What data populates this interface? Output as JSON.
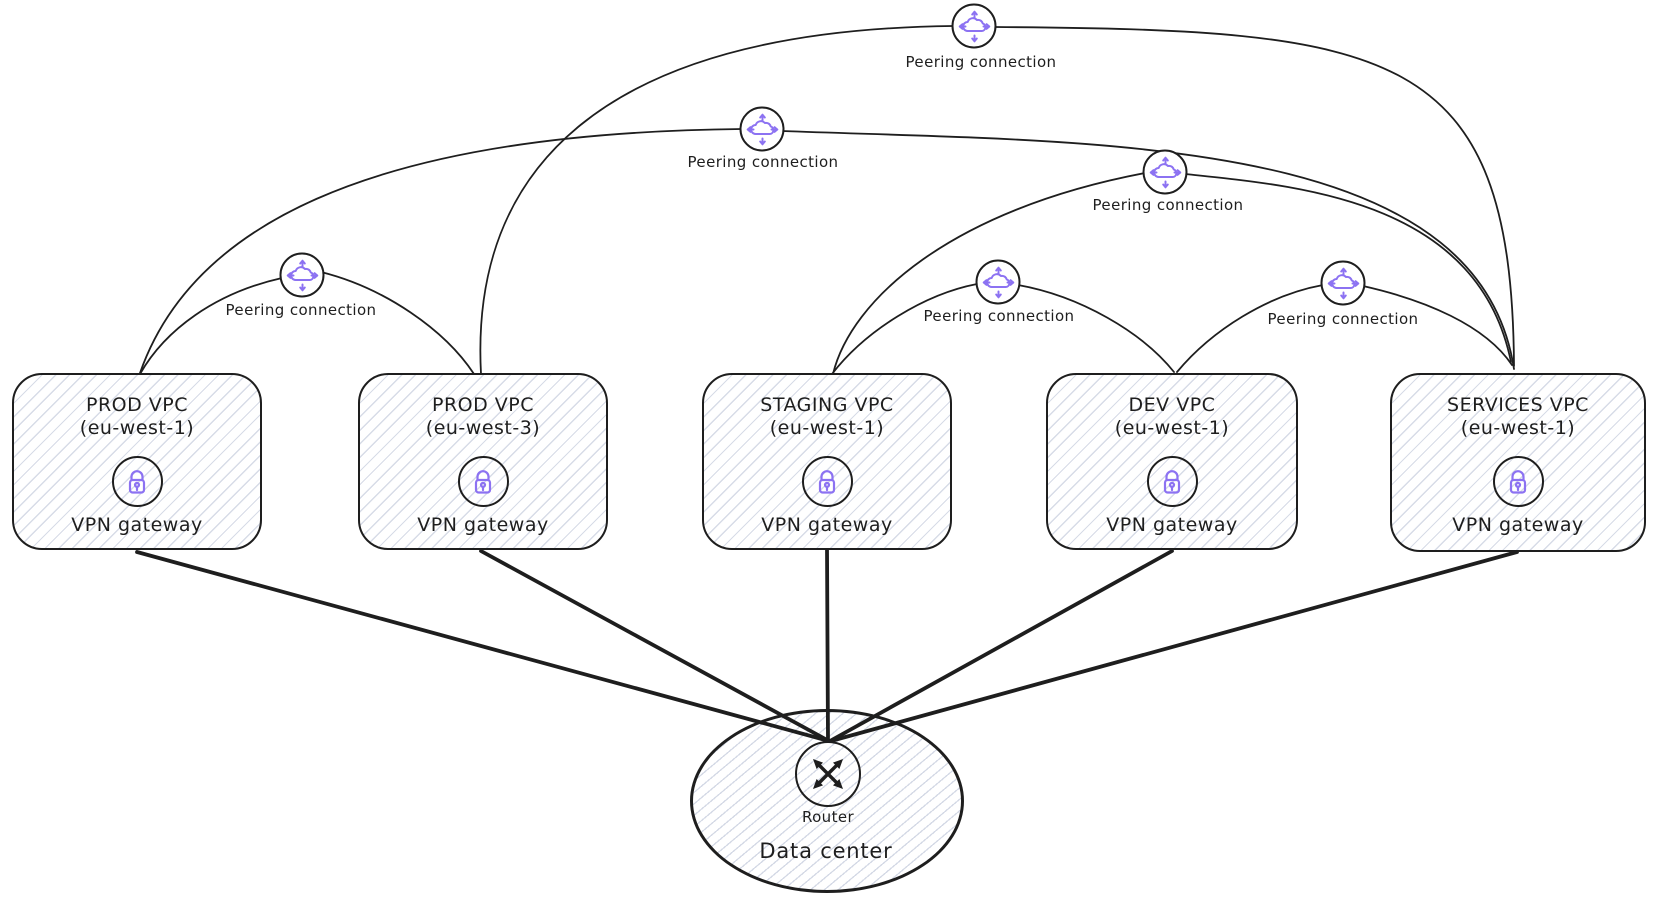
{
  "vpcs": [
    {
      "name": "PROD VPC",
      "region": "(eu-west-1)",
      "gateway_label": "VPN gateway"
    },
    {
      "name": "PROD VPC",
      "region": "(eu-west-3)",
      "gateway_label": "VPN gateway"
    },
    {
      "name": "STAGING VPC",
      "region": "(eu-west-1)",
      "gateway_label": "VPN gateway"
    },
    {
      "name": "DEV VPC",
      "region": "(eu-west-1)",
      "gateway_label": "VPN gateway"
    },
    {
      "name": "SERVICES VPC",
      "region": "(eu-west-1)",
      "gateway_label": "VPN gateway"
    }
  ],
  "peering_connections": [
    {
      "label": "Peering connection",
      "connects": [
        "PROD VPC (eu-west-3)",
        "SERVICES VPC (eu-west-1)"
      ]
    },
    {
      "label": "Peering connection",
      "connects": [
        "PROD VPC (eu-west-1)",
        "SERVICES VPC (eu-west-1)"
      ]
    },
    {
      "label": "Peering connection",
      "connects": [
        "STAGING VPC (eu-west-1)",
        "SERVICES VPC (eu-west-1)"
      ]
    },
    {
      "label": "Peering connection",
      "connects": [
        "PROD VPC (eu-west-1)",
        "PROD VPC (eu-west-3)"
      ]
    },
    {
      "label": "Peering connection",
      "connects": [
        "STAGING VPC (eu-west-1)",
        "DEV VPC (eu-west-1)"
      ]
    },
    {
      "label": "Peering connection",
      "connects": [
        "DEV VPC (eu-west-1)",
        "SERVICES VPC (eu-west-1)"
      ]
    }
  ],
  "data_center": {
    "label": "Data center",
    "router_label": "Router"
  },
  "vpn_links": [
    {
      "from": "PROD VPC (eu-west-1)",
      "to": "Data center Router"
    },
    {
      "from": "PROD VPC (eu-west-3)",
      "to": "Data center Router"
    },
    {
      "from": "STAGING VPC (eu-west-1)",
      "to": "Data center Router"
    },
    {
      "from": "DEV VPC (eu-west-1)",
      "to": "Data center Router"
    },
    {
      "from": "SERVICES VPC (eu-west-1)",
      "to": "Data center Router"
    }
  ],
  "icons": {
    "vpn_gateway": "lock-icon",
    "peering": "cloud-arrows-icon",
    "router": "crossed-arrows-icon"
  },
  "colors": {
    "stroke": "#1e1e1e",
    "accent_purple": "#8c72f2",
    "hatch": "#aab4cc"
  }
}
